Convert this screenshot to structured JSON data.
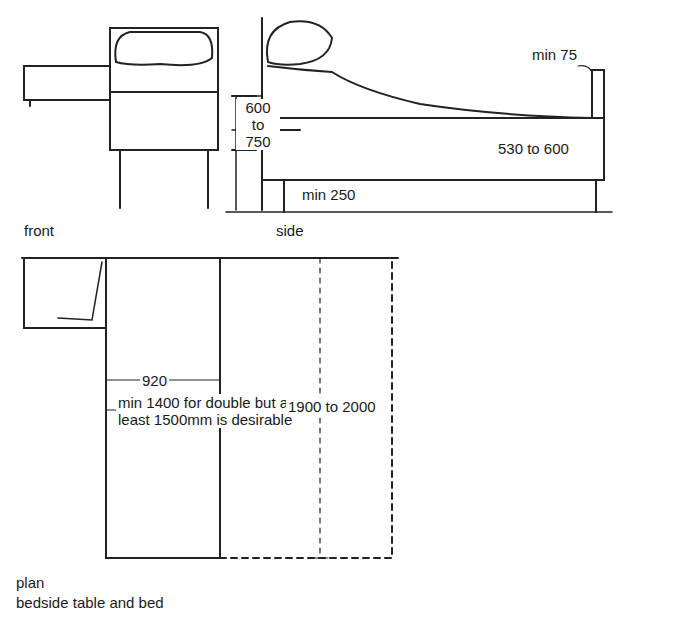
{
  "diagram": {
    "labels": [
      "min 75",
      "600 to 750",
      "530 to 600",
      "min 250",
      "front",
      "side",
      "920",
      "min 1400 for double but at least 1500mm is desirable",
      "1900 to 2000",
      "plan",
      "bedside table and bed"
    ]
  }
}
